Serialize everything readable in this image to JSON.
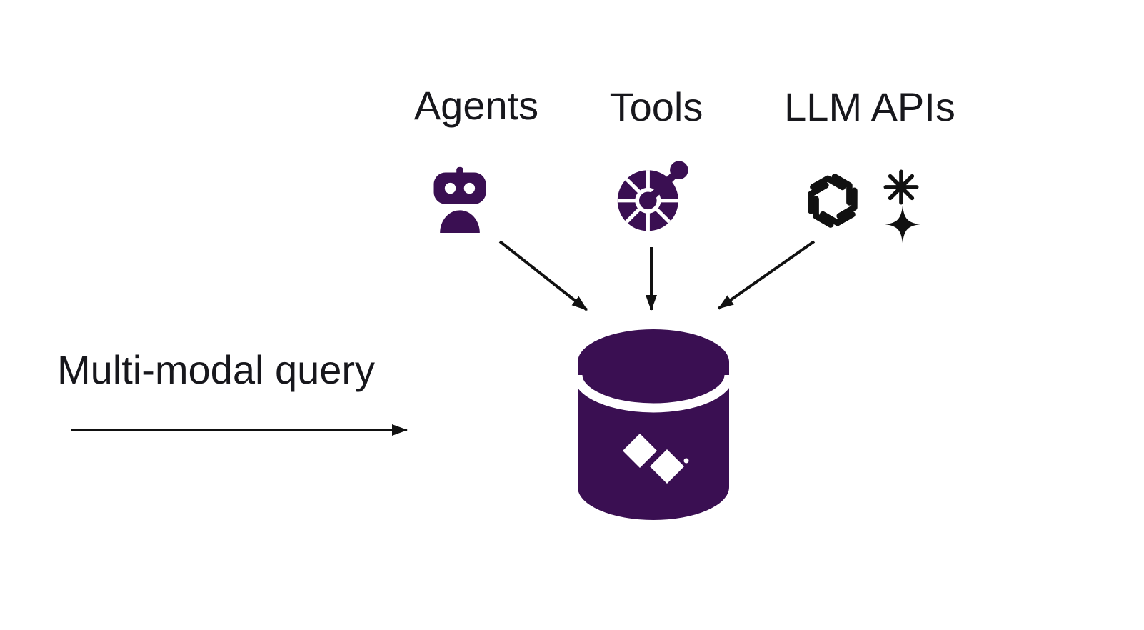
{
  "diagram": {
    "labels": {
      "agents": "Agents",
      "tools": "Tools",
      "llm_apis": "LLM APIs",
      "query": "Multi-modal query"
    },
    "colors": {
      "purple": "#3A0F52",
      "ink": "#111111",
      "text": "#17171c",
      "white": "#ffffff"
    },
    "icons": {
      "agents": "robot-icon",
      "tools": "wheel-tool-icon",
      "llm_apis": [
        "openai-logo-icon",
        "sparkle-asterisk-icon",
        "four-point-star-icon"
      ],
      "database": "vector-database-cylinder-icon"
    },
    "arrows": [
      {
        "from": "agents",
        "to": "database"
      },
      {
        "from": "tools",
        "to": "database"
      },
      {
        "from": "llm-apis",
        "to": "database"
      },
      {
        "from": "multi-modal-query",
        "to": "database"
      }
    ]
  }
}
